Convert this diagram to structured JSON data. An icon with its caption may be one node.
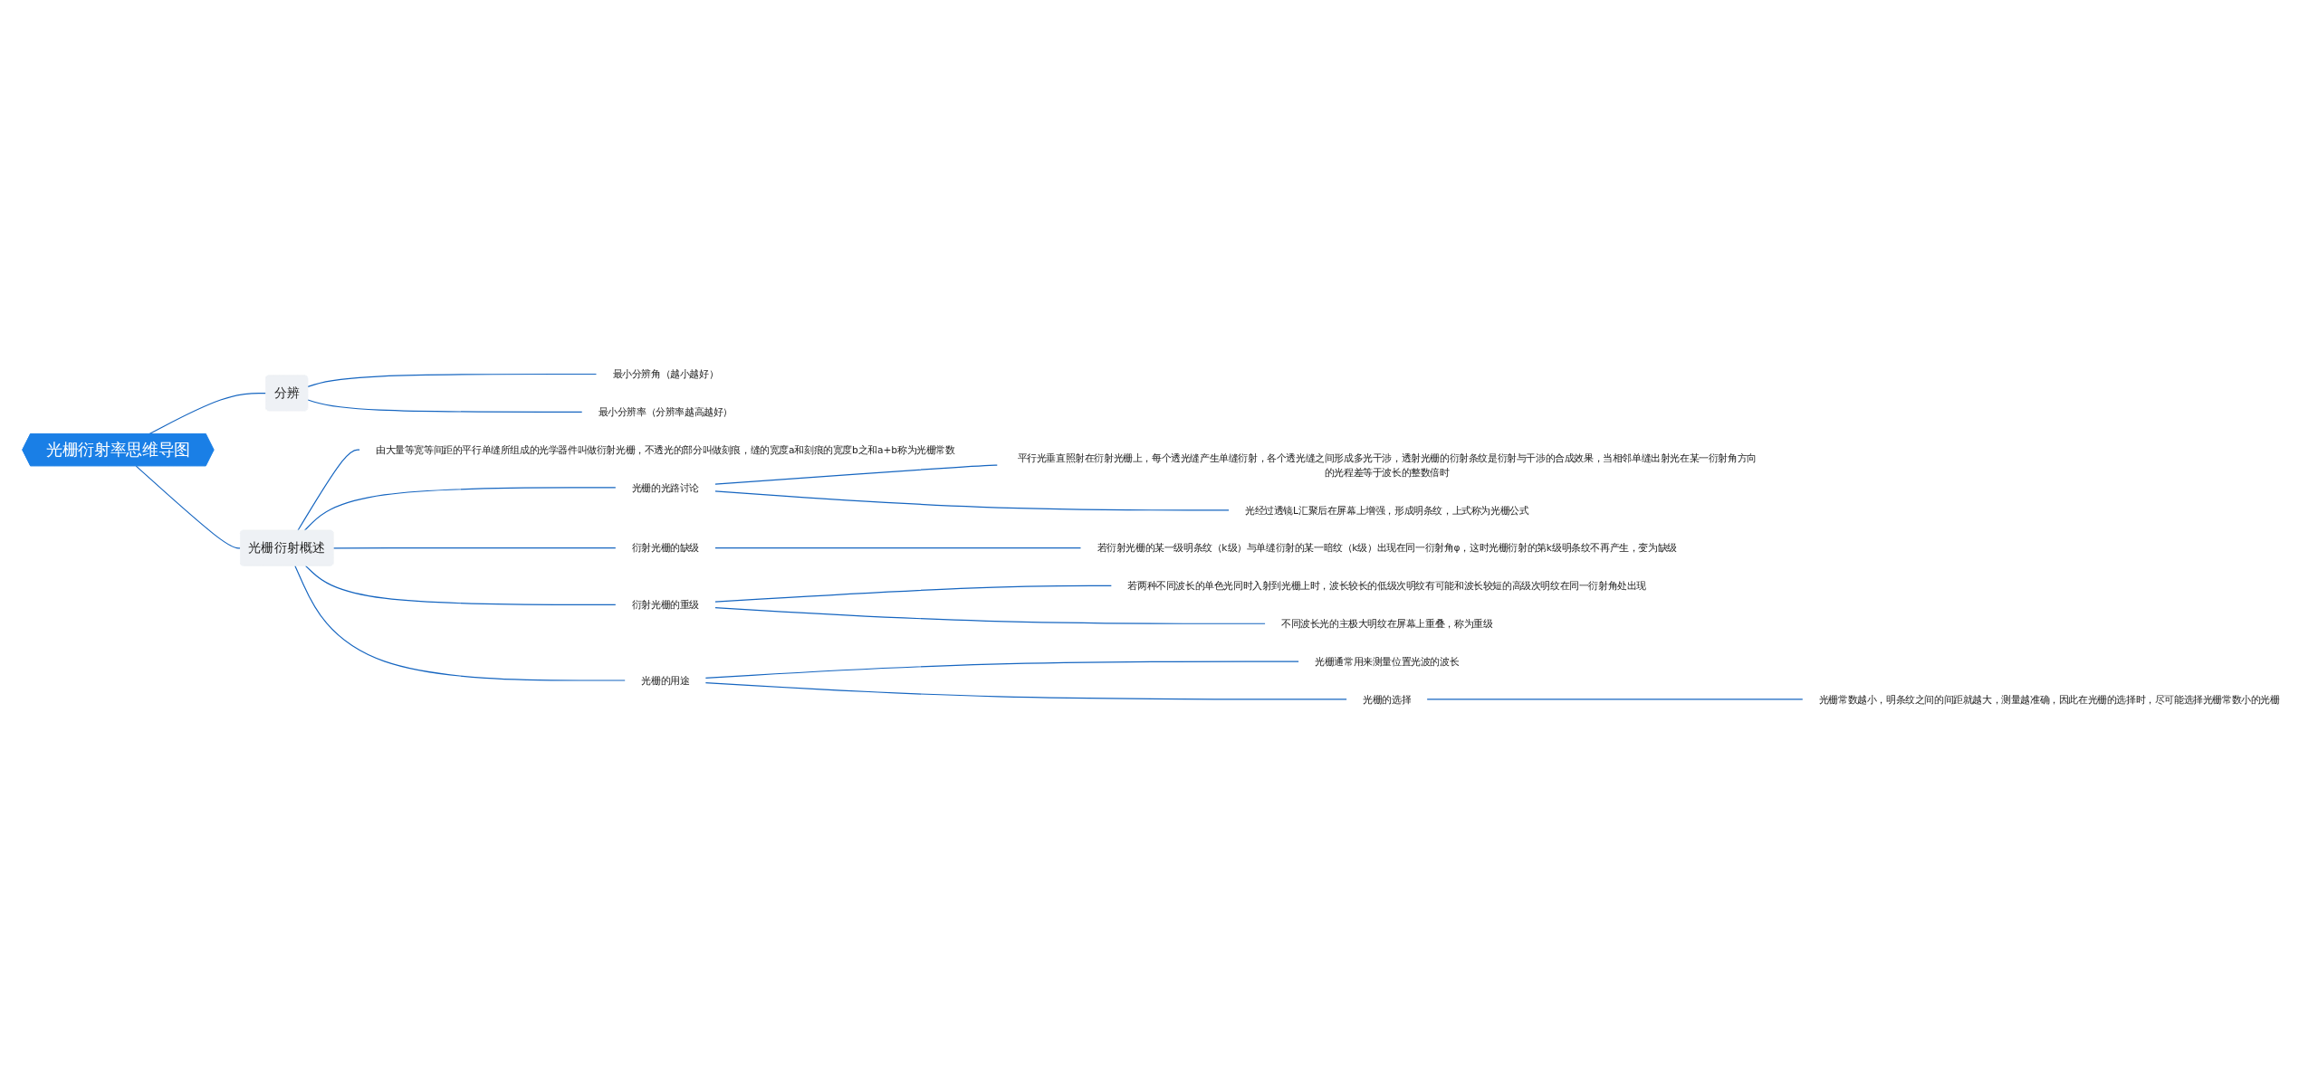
{
  "diagram": {
    "nodes": [
      {
        "text": [
          "光栅衍射率思维导图"
        ]
      },
      {
        "text": [
          "分辨"
        ]
      },
      {
        "text": [
          "最小分辨角（越小越好）"
        ]
      },
      {
        "text": [
          "最小分辨率（分辨率越高越好）"
        ]
      },
      {
        "text": [
          "光栅衍射概述"
        ]
      },
      {
        "text": [
          "由大量等宽等间距的平行单缝所组成的光学器件叫做衍射光栅，不透光的部分叫做刻痕，缝的宽度a和刻痕的宽度b之和a+b称为光栅常数"
        ]
      },
      {
        "text": [
          "光栅的光路讨论"
        ]
      },
      {
        "text": [
          "平行光垂直照射在衍射光栅上，每个透光缝产生单缝衍射，各个透光缝之间形成多光干涉，透射光栅的衍射条纹是衍射与干涉的合成效果，当相邻单缝出射光在某一衍射角方向的光程差等于波长的整数倍时"
        ]
      },
      {
        "text": [
          "光经过透镜L汇聚后在屏幕上增强，形成明条纹，上式称为光栅公式"
        ]
      },
      {
        "text": [
          "衍射光栅的缺级"
        ]
      },
      {
        "text": [
          "若衍射光栅的某一级明条纹（k级）与单缝衍射的某一暗纹（k级）出现在同一衍射角φ，这时光栅衍射的第k级明条纹不再产生，变为缺级"
        ]
      },
      {
        "text": [
          "衍射光栅的重级"
        ]
      },
      {
        "text": [
          "若两种不同波长的单色光同时入射到光栅上时，波长较长的低级次明纹有可能和波长较短的高级次明纹在同一衍射角处出现"
        ]
      },
      {
        "text": [
          "不同波长光的主极大明纹在屏幕上重叠，称为重级"
        ]
      },
      {
        "text": [
          "光栅的用途"
        ]
      },
      {
        "text": [
          "光栅通常用来测量位置光波的波长"
        ]
      },
      {
        "text": [
          "光栅的选择"
        ]
      },
      {
        "text": [
          "光栅常数越小，明条纹之间的间距就越大，测量越准确，因此在光栅的选择时，尽可能选择光栅常数小的光栅"
        ]
      }
    ],
    "edges": [
      {
        "from": 0,
        "to": 1,
        "arrow": "none"
      },
      {
        "from": 1,
        "to": 2,
        "arrow": "none"
      },
      {
        "from": 1,
        "to": 3,
        "arrow": "none"
      },
      {
        "from": 0,
        "to": 4,
        "arrow": "none"
      },
      {
        "from": 4,
        "to": 5,
        "arrow": "none"
      },
      {
        "from": 4,
        "to": 6,
        "arrow": "none"
      },
      {
        "from": 6,
        "to": 7,
        "arrow": "none"
      },
      {
        "from": 6,
        "to": 8,
        "arrow": "none"
      },
      {
        "from": 4,
        "to": 9,
        "arrow": "none"
      },
      {
        "from": 9,
        "to": 10,
        "arrow": "none"
      },
      {
        "from": 4,
        "to": 11,
        "arrow": "none"
      },
      {
        "from": 11,
        "to": 12,
        "arrow": "none"
      },
      {
        "from": 11,
        "to": 13,
        "arrow": "none"
      },
      {
        "from": 4,
        "to": 14,
        "arrow": "none"
      },
      {
        "from": 14,
        "to": 15,
        "arrow": "none"
      },
      {
        "from": 14,
        "to": 16,
        "arrow": "none"
      },
      {
        "from": 16,
        "to": 17,
        "arrow": "none"
      }
    ]
  }
}
